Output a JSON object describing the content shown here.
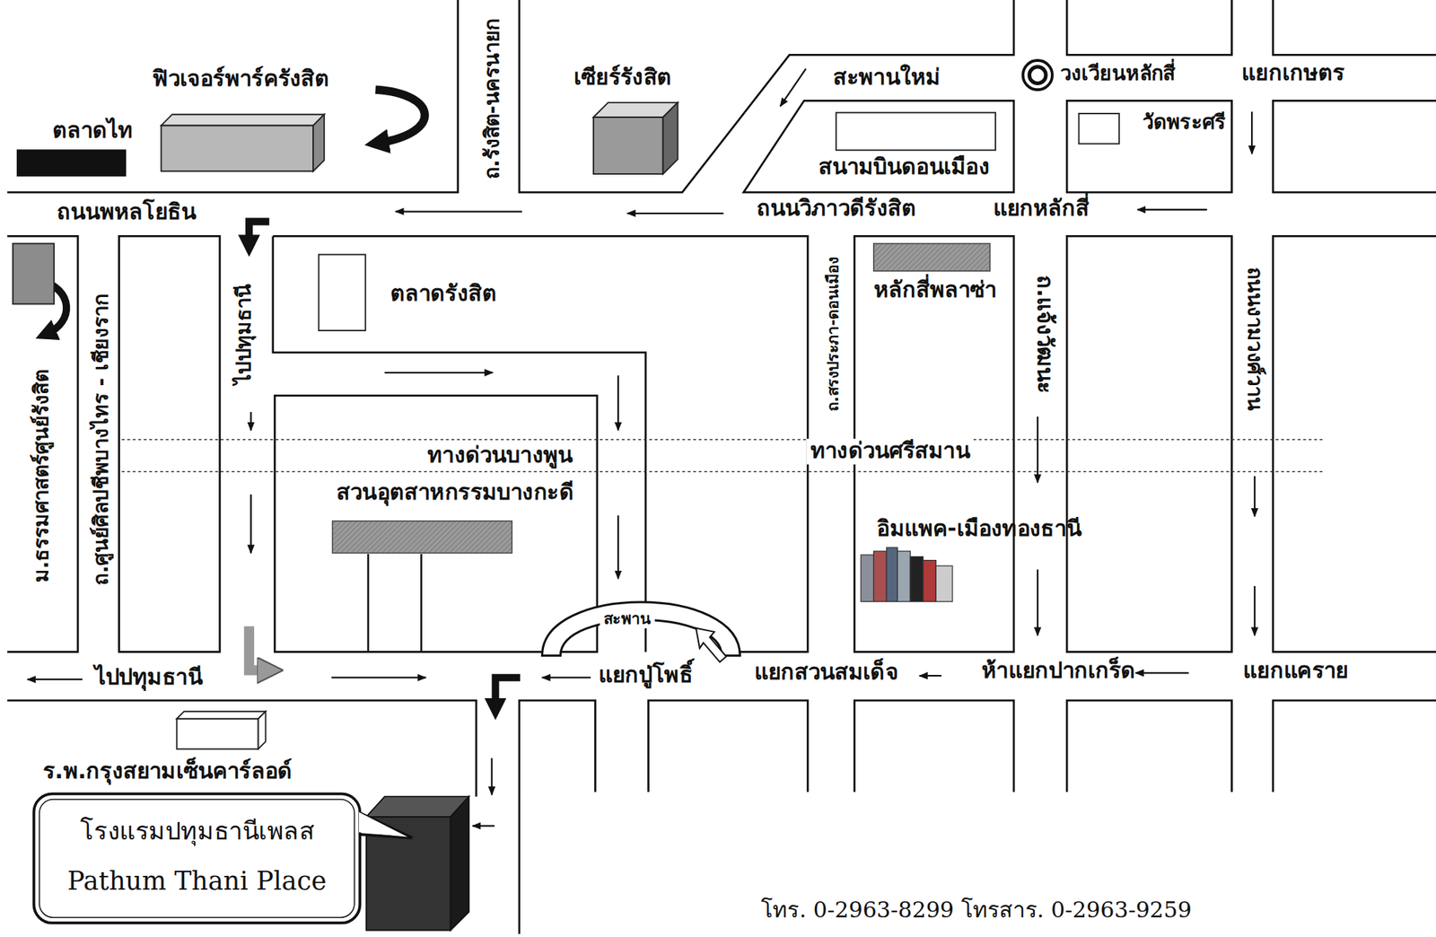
{
  "diagram": {
    "nodes": [
      {
        "text": [
          "ฟิวเจอร์พาร์ครังสิต"
        ]
      },
      {
        "text": [
          "ตลาดไท"
        ]
      },
      {
        "text": [
          "เซียร์รังสิต"
        ]
      },
      {
        "text": [
          "สนามบินดอนเมือง"
        ]
      },
      {
        "text": [
          "วงเวียนหลักสี่"
        ]
      },
      {
        "text": [
          "วัดพระศรี"
        ]
      },
      {
        "text": [
          "ตลาดรังสิต"
        ]
      },
      {
        "text": [
          "หลักสี่พลาซ่า"
        ]
      },
      {
        "text": [
          "ม.ธรรมศาสตร์ศูนย์รังสิต"
        ]
      },
      {
        "text": [
          "สวนอุตสาหกรรมบางกะดี"
        ]
      },
      {
        "text": [
          "อิมแพค-เมืองทองธานี"
        ]
      },
      {
        "text": [
          "ร.พ.กรุงสยามเซ็นคาร์ลอด์"
        ]
      },
      {
        "text": [
          "โรงแรมปทุมธานีเพลส",
          "Pathum Thani Place"
        ]
      }
    ],
    "labels": [
      "ถนนพหลโยธิน",
      "ถ.รังสิต-นครนายก",
      "สะพานใหม่",
      "แยกเกษตร",
      "ถนนวิภาวดีรังสิต",
      "แยกหลักสี่",
      "ไปปทุมธานี",
      "ถ.ศูนย์ศิลปชีพบางไทร - เชียงราก",
      "ถ.สรงประภา-ดอนเมือง",
      "ถ.แจ้งวัฒนะ",
      "ถนนงามวงศ์วาน",
      "ทางด่วนบางพูน",
      "ทางด่วนศรีสมาน",
      "สะพาน",
      "ไปปทุมธานี",
      "แยกปู่โพธิ์",
      "แยกสวนสมเด็จ",
      "ห้าแยกปากเกร็ด",
      "แยกแคราย",
      "โทร. 0-2963-8299 โทรสาร. 0-2963-9259"
    ]
  }
}
